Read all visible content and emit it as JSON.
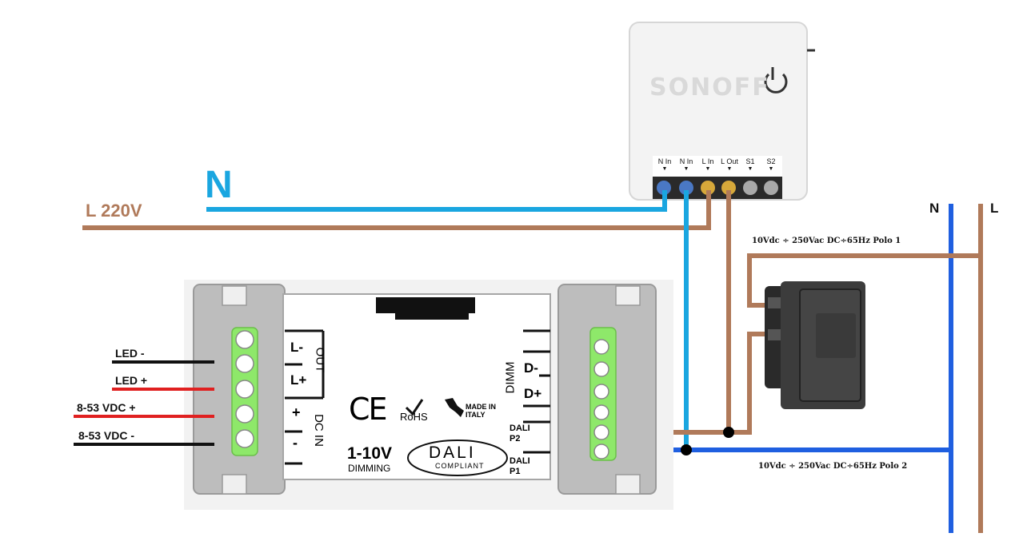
{
  "labels": {
    "n_big": "N",
    "l220": "L 220V",
    "bus_n": "N",
    "bus_l": "L",
    "polo1": "10Vdc ÷ 250Vac DC÷65Hz Polo 1",
    "polo2": "10Vdc ÷ 250Vac DC÷65Hz Polo 2"
  },
  "sonoff": {
    "logo": "SONOFF",
    "terminals": [
      "N In",
      "N In",
      "L In",
      "L Out",
      "S1",
      "S2"
    ],
    "arrow": "▼"
  },
  "driver": {
    "left_terminals": [
      "LED -",
      "LED +",
      "8-53 VDC +",
      "8-53 VDC -"
    ],
    "out_labels": [
      "L-",
      "L+"
    ],
    "out_title": "OUT",
    "dcin_plus": "+",
    "dcin_minus": "-",
    "dcin_title": "DC IN",
    "dimm_title": "DIMM",
    "d_minus": "D-",
    "d_plus": "D+",
    "dali_p2": "DALI\nP2",
    "dali_p1": "DALI\nP1",
    "ce": "CE",
    "rohs": "RoHS",
    "made_in_italy": "MADE IN\nITALY",
    "dimming_big": "1-10V",
    "dimming_small": "DIMMING",
    "dali": "DALI",
    "dali_compliant": "COMPLIANT"
  },
  "colors": {
    "neutral_blue": "#1aa6e0",
    "bus_blue": "#1f5fe0",
    "live_brown": "#b07a5a",
    "positive_red": "#e02020",
    "negative_black": "#111111",
    "terminal_green": "#8ee86a"
  }
}
